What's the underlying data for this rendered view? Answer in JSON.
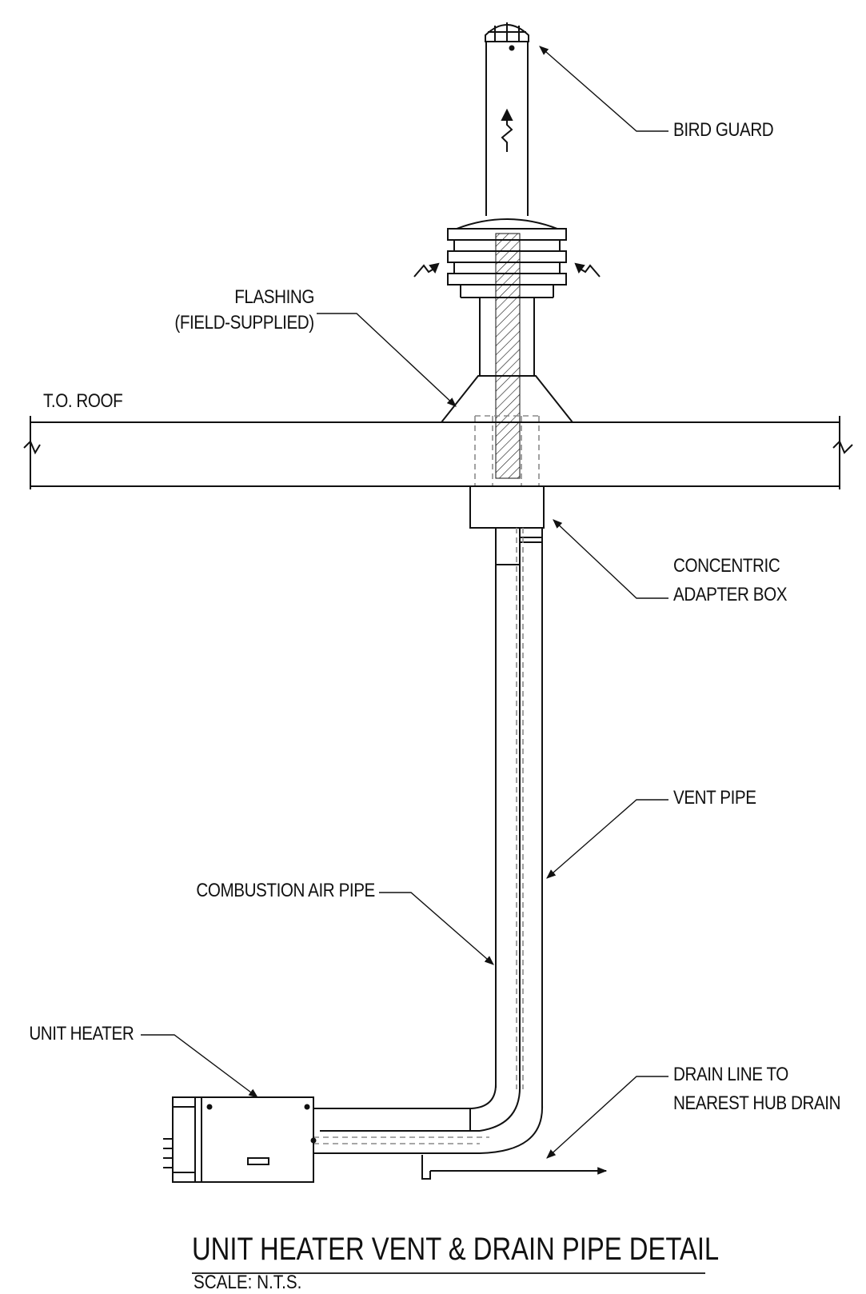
{
  "labels": {
    "bird_guard": "BIRD GUARD",
    "flashing_line1": "FLASHING",
    "flashing_line2": "(FIELD-SUPPLIED)",
    "roof": "T.O. ROOF",
    "adapter_line1": "CONCENTRIC",
    "adapter_line2": "ADAPTER BOX",
    "vent_pipe": "VENT PIPE",
    "combustion_air_pipe": "COMBUSTION AIR PIPE",
    "unit_heater": "UNIT HEATER",
    "drain_line1": "DRAIN LINE TO",
    "drain_line2": "NEAREST HUB DRAIN"
  },
  "title": "UNIT HEATER VENT &  DRAIN PIPE DETAIL",
  "scale": "SCALE: N.T.S.",
  "colors": {
    "ink": "#111111",
    "hidden": "#8a8a8a",
    "paper": "#ffffff"
  }
}
